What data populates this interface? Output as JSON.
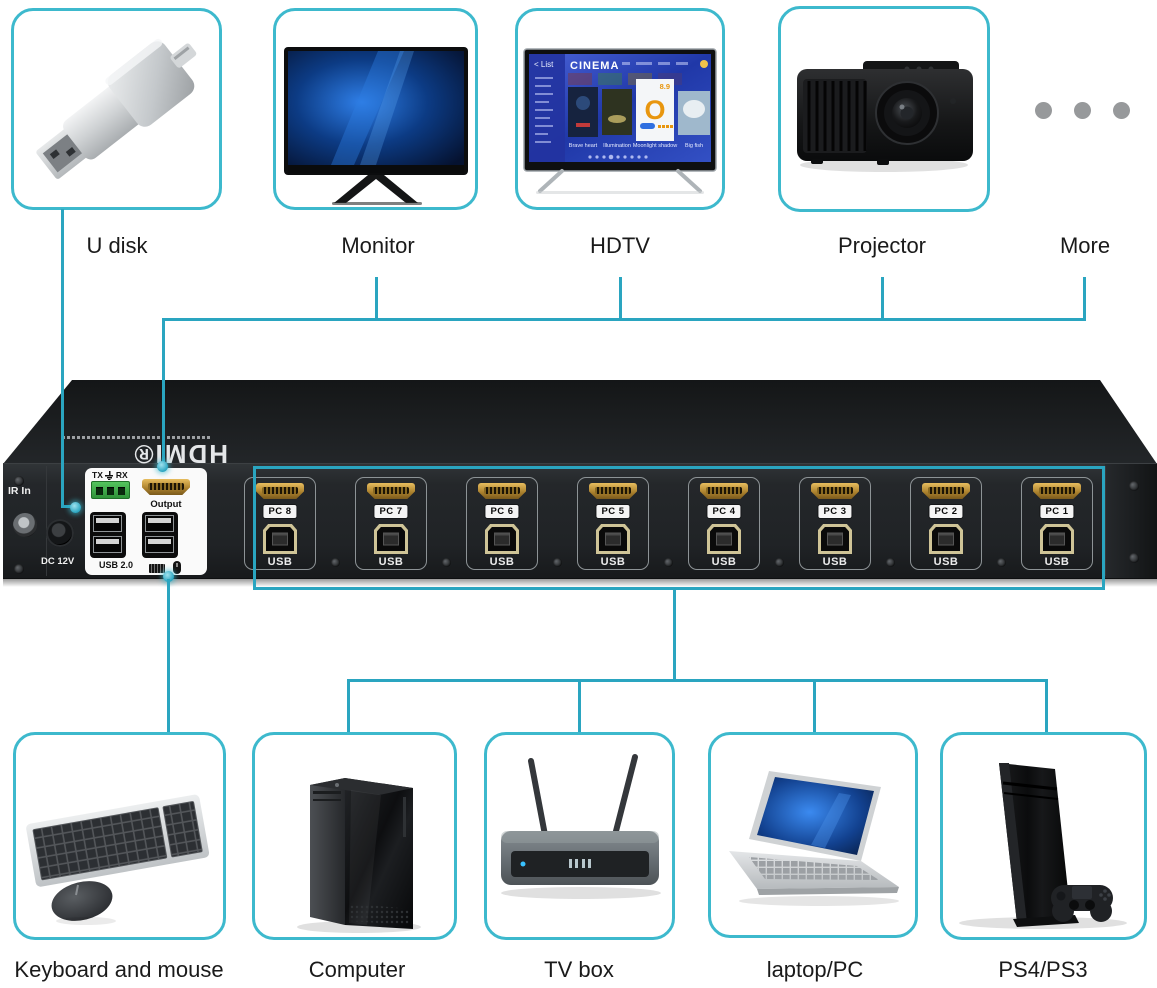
{
  "colors": {
    "box_border": "#3db9cd",
    "line": "#2aa5c0",
    "more_dots": "#97999b",
    "device_black": "#202326",
    "hdmi_gold": "#a97f2c",
    "terminal_green": "#3fae4b"
  },
  "top_devices": [
    {
      "label": "U disk"
    },
    {
      "label": "Monitor"
    },
    {
      "label": "HDTV"
    },
    {
      "label": "Projector"
    }
  ],
  "more_label": "More",
  "kvm": {
    "logo": "HDMI®",
    "ir_label": "IR In",
    "dc_label": "DC 12V",
    "serial_tx": "TX",
    "serial_rx": "RX",
    "output_label": "Output",
    "usb20_label": "USB 2.0",
    "ports": [
      {
        "pc": "PC 8",
        "usb": "USB"
      },
      {
        "pc": "PC 7",
        "usb": "USB"
      },
      {
        "pc": "PC 6",
        "usb": "USB"
      },
      {
        "pc": "PC 5",
        "usb": "USB"
      },
      {
        "pc": "PC 4",
        "usb": "USB"
      },
      {
        "pc": "PC 3",
        "usb": "USB"
      },
      {
        "pc": "PC 2",
        "usb": "USB"
      },
      {
        "pc": "PC 1",
        "usb": "USB"
      }
    ]
  },
  "tv": {
    "back": "< List",
    "title": "CINEMA",
    "rating": "8.9",
    "posters": [
      "Brave heart",
      "Illumination",
      "Moonlight shadow",
      "Big fish"
    ]
  },
  "bottom_devices": [
    {
      "label": "Keyboard and mouse"
    },
    {
      "label": "Computer"
    },
    {
      "label": "TV box"
    },
    {
      "label": "laptop/PC"
    },
    {
      "label": "PS4/PS3"
    }
  ]
}
